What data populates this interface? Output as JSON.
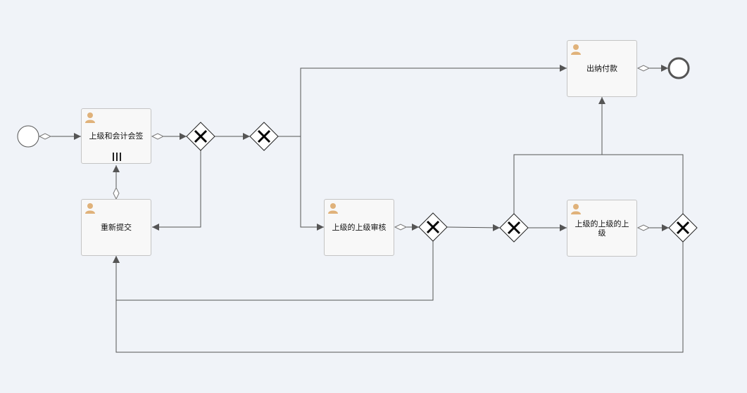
{
  "diagram": {
    "tasks": [
      {
        "id": "task-superior-and-accountant-countersign",
        "label": "上级和会计会签",
        "multi_instance": true
      },
      {
        "id": "task-resubmit",
        "label": "重新提交",
        "multi_instance": false
      },
      {
        "id": "task-superiors-superior-review",
        "label": "上级的上级审核",
        "multi_instance": false
      },
      {
        "id": "task-cashier-payment",
        "label": "出纳付款",
        "multi_instance": false
      },
      {
        "id": "task-superiors-superiors-superior",
        "label": "上级的上级的上级",
        "multi_instance": false
      }
    ],
    "icons": {
      "task": "user-icon",
      "gateway": "exclusive-gateway-x-icon",
      "multi_instance": "parallel-multi-instance-icon"
    },
    "colors": {
      "background": "#f0f3f8",
      "task_fill": "#f8f8f8",
      "task_border": "#c4c4c4",
      "flow_line": "#555555",
      "user_icon": "#e0b27a",
      "end_event_stroke": "#555555"
    }
  }
}
